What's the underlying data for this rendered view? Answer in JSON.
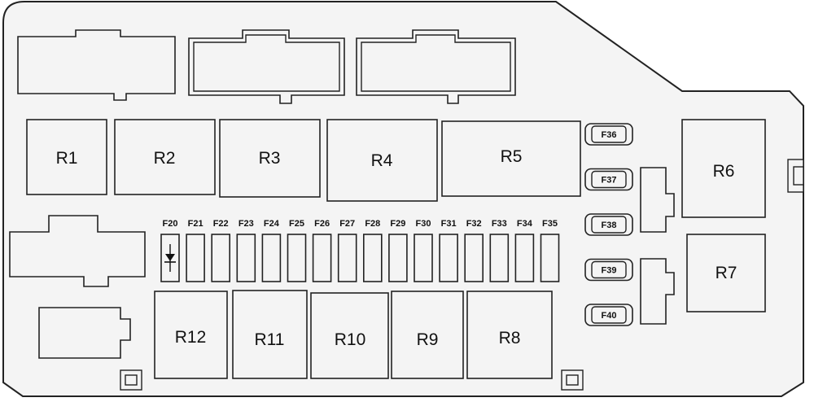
{
  "relays": [
    {
      "id": "r1",
      "label": "R1"
    },
    {
      "id": "r2",
      "label": "R2"
    },
    {
      "id": "r3",
      "label": "R3"
    },
    {
      "id": "r4",
      "label": "R4"
    },
    {
      "id": "r5",
      "label": "R5"
    },
    {
      "id": "r6",
      "label": "R6"
    },
    {
      "id": "r7",
      "label": "R7"
    },
    {
      "id": "r8",
      "label": "R8"
    },
    {
      "id": "r9",
      "label": "R9"
    },
    {
      "id": "r10",
      "label": "R10"
    },
    {
      "id": "r11",
      "label": "R11"
    },
    {
      "id": "r12",
      "label": "R12"
    }
  ],
  "mini_fuses": [
    {
      "id": "f20",
      "label": "F20",
      "type": "diode"
    },
    {
      "id": "f21",
      "label": "F21"
    },
    {
      "id": "f22",
      "label": "F22"
    },
    {
      "id": "f23",
      "label": "F23"
    },
    {
      "id": "f24",
      "label": "F24"
    },
    {
      "id": "f25",
      "label": "F25"
    },
    {
      "id": "f26",
      "label": "F26"
    },
    {
      "id": "f27",
      "label": "F27"
    },
    {
      "id": "f28",
      "label": "F28"
    },
    {
      "id": "f29",
      "label": "F29"
    },
    {
      "id": "f30",
      "label": "F30"
    },
    {
      "id": "f31",
      "label": "F31"
    },
    {
      "id": "f32",
      "label": "F32"
    },
    {
      "id": "f33",
      "label": "F33"
    },
    {
      "id": "f34",
      "label": "F34"
    },
    {
      "id": "f35",
      "label": "F35"
    }
  ],
  "cartridge_fuses": [
    {
      "id": "f36",
      "label": "F36"
    },
    {
      "id": "f37",
      "label": "F37"
    },
    {
      "id": "f38",
      "label": "F38"
    },
    {
      "id": "f39",
      "label": "F39"
    },
    {
      "id": "f40",
      "label": "F40"
    }
  ]
}
